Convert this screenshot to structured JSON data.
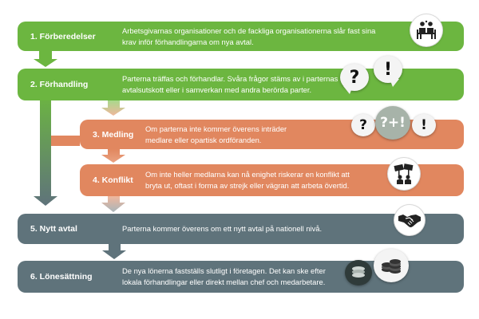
{
  "steps": [
    {
      "label": "1. Förberedelser",
      "description": "Arbetsgivarnas organisationer och de fackliga organisationerna slår fast sina\nkrav inför förhandlingarna om nya avtal.",
      "color": "#6cb640",
      "icon": "meeting-people-icon"
    },
    {
      "label": "2. Förhandling",
      "description": "Parterna träffas och förhandlar. Svåra frågor stäms av i parternas\navtalsutskott eller i samverkan med andra berörda parter.",
      "color": "#6cb640",
      "icon": "question-exclamation-bubbles-icon",
      "bubbles": [
        "?",
        "!"
      ]
    },
    {
      "label": "3. Medling",
      "description": "Om parterna inte kommer överens inträder\nmedlare eller opartisk ordföranden.",
      "color": "#e1875f",
      "icon": "mediation-bubbles-icon",
      "bubbles": [
        "?",
        "?+!",
        "!"
      ]
    },
    {
      "label": "4. Konflikt",
      "description": "Om inte heller medlarna kan nå enighet riskerar en konflikt att\nbryta ut, oftast i forma av strejk eller vägran att arbeta övertid.",
      "color": "#e1875f",
      "icon": "strike-protest-icon"
    },
    {
      "label": "5. Nytt avtal",
      "description": "Parterna kommer överens om ett nytt avtal på nationell nivå.",
      "color": "#5f737b",
      "icon": "handshake-icon"
    },
    {
      "label": "6. Lönesättning",
      "description": "De nya lönerna fastställs slutligt i företagen. Det kan ske efter\nlokala förhandlingar eller direkt mellan chef och medarbetare.",
      "color": "#5f737b",
      "icon": "coins-stack-icon"
    }
  ]
}
